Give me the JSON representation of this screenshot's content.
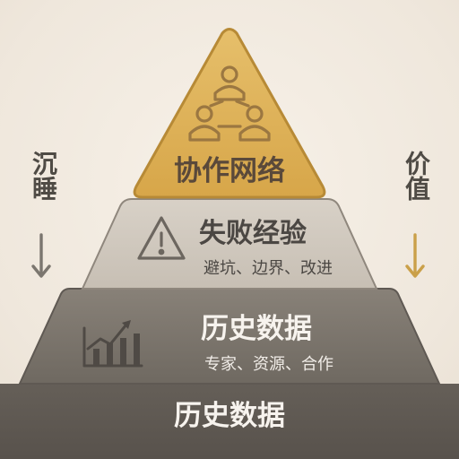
{
  "colors": {
    "background": "#efe7dc",
    "top_tier": "#e0b45c",
    "mid_tier": "#cfc7bc",
    "lower_tier": "#777068",
    "base_band": "#625c55",
    "text_dark": "#4f4b45",
    "text_light": "#f7f3ee",
    "accent_gold": "#caa049"
  },
  "side_labels": {
    "left": "沉睡",
    "right": "价值"
  },
  "tiers": {
    "top": {
      "title": "协作网络",
      "icon": "people-network-icon"
    },
    "middle": {
      "title": "失败经验",
      "subtitle": "避坑、边界、改进",
      "icon": "warning-icon"
    },
    "lower": {
      "title": "历史数据",
      "subtitle": "专家、资源、合作",
      "icon": "growth-chart-icon"
    },
    "base": {
      "title": "历史数据"
    }
  }
}
